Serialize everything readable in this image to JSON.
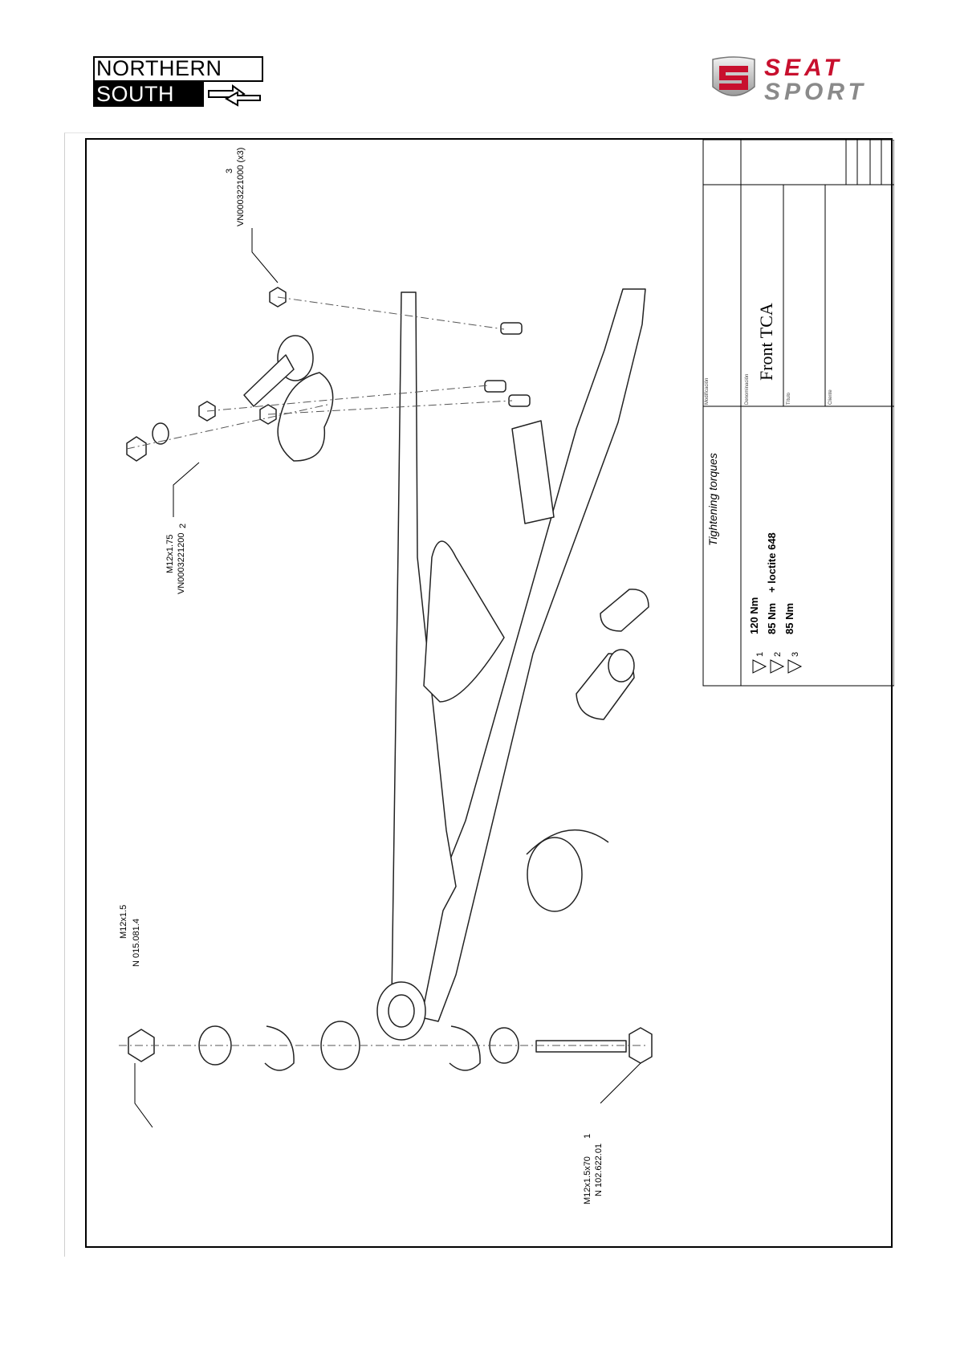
{
  "header": {
    "left_logo": {
      "line1": "NORTHERN",
      "line2": "SOUTH",
      "icon": "exchange-arrows-icon"
    },
    "right_logo": {
      "line1": "SEAT",
      "line2": "SPORT",
      "icon": "seat-emblem-icon",
      "colors": {
        "seat": "#c8102e",
        "sport": "#8a8a8a"
      }
    }
  },
  "drawing": {
    "callouts": {
      "ball_joint_nut": {
        "spec": "VN0003221000 (x3)",
        "marker": "3"
      },
      "top_nut_thread": "M12x1.75",
      "top_nut_part": "VN0003221200",
      "top_nut_marker": "2",
      "front_nut_thread": "M12x1.5",
      "front_nut_part": "N 015.081.4",
      "bolt_thread": "M12x1.5x70",
      "bolt_part": "N 102.622.01",
      "bolt_marker": "1"
    },
    "title_block": {
      "field_labels": [
        "Modificación",
        "Denominación",
        "Título",
        "Cliente"
      ],
      "denomination": "Front TCA"
    },
    "torques": {
      "heading": "Tightening torques",
      "rows": [
        {
          "marker": "1",
          "value": "120 Nm",
          "note": ""
        },
        {
          "marker": "2",
          "value": "85 Nm",
          "note": "+ loctite 648"
        },
        {
          "marker": "3",
          "value": "85 Nm",
          "note": ""
        }
      ]
    }
  }
}
